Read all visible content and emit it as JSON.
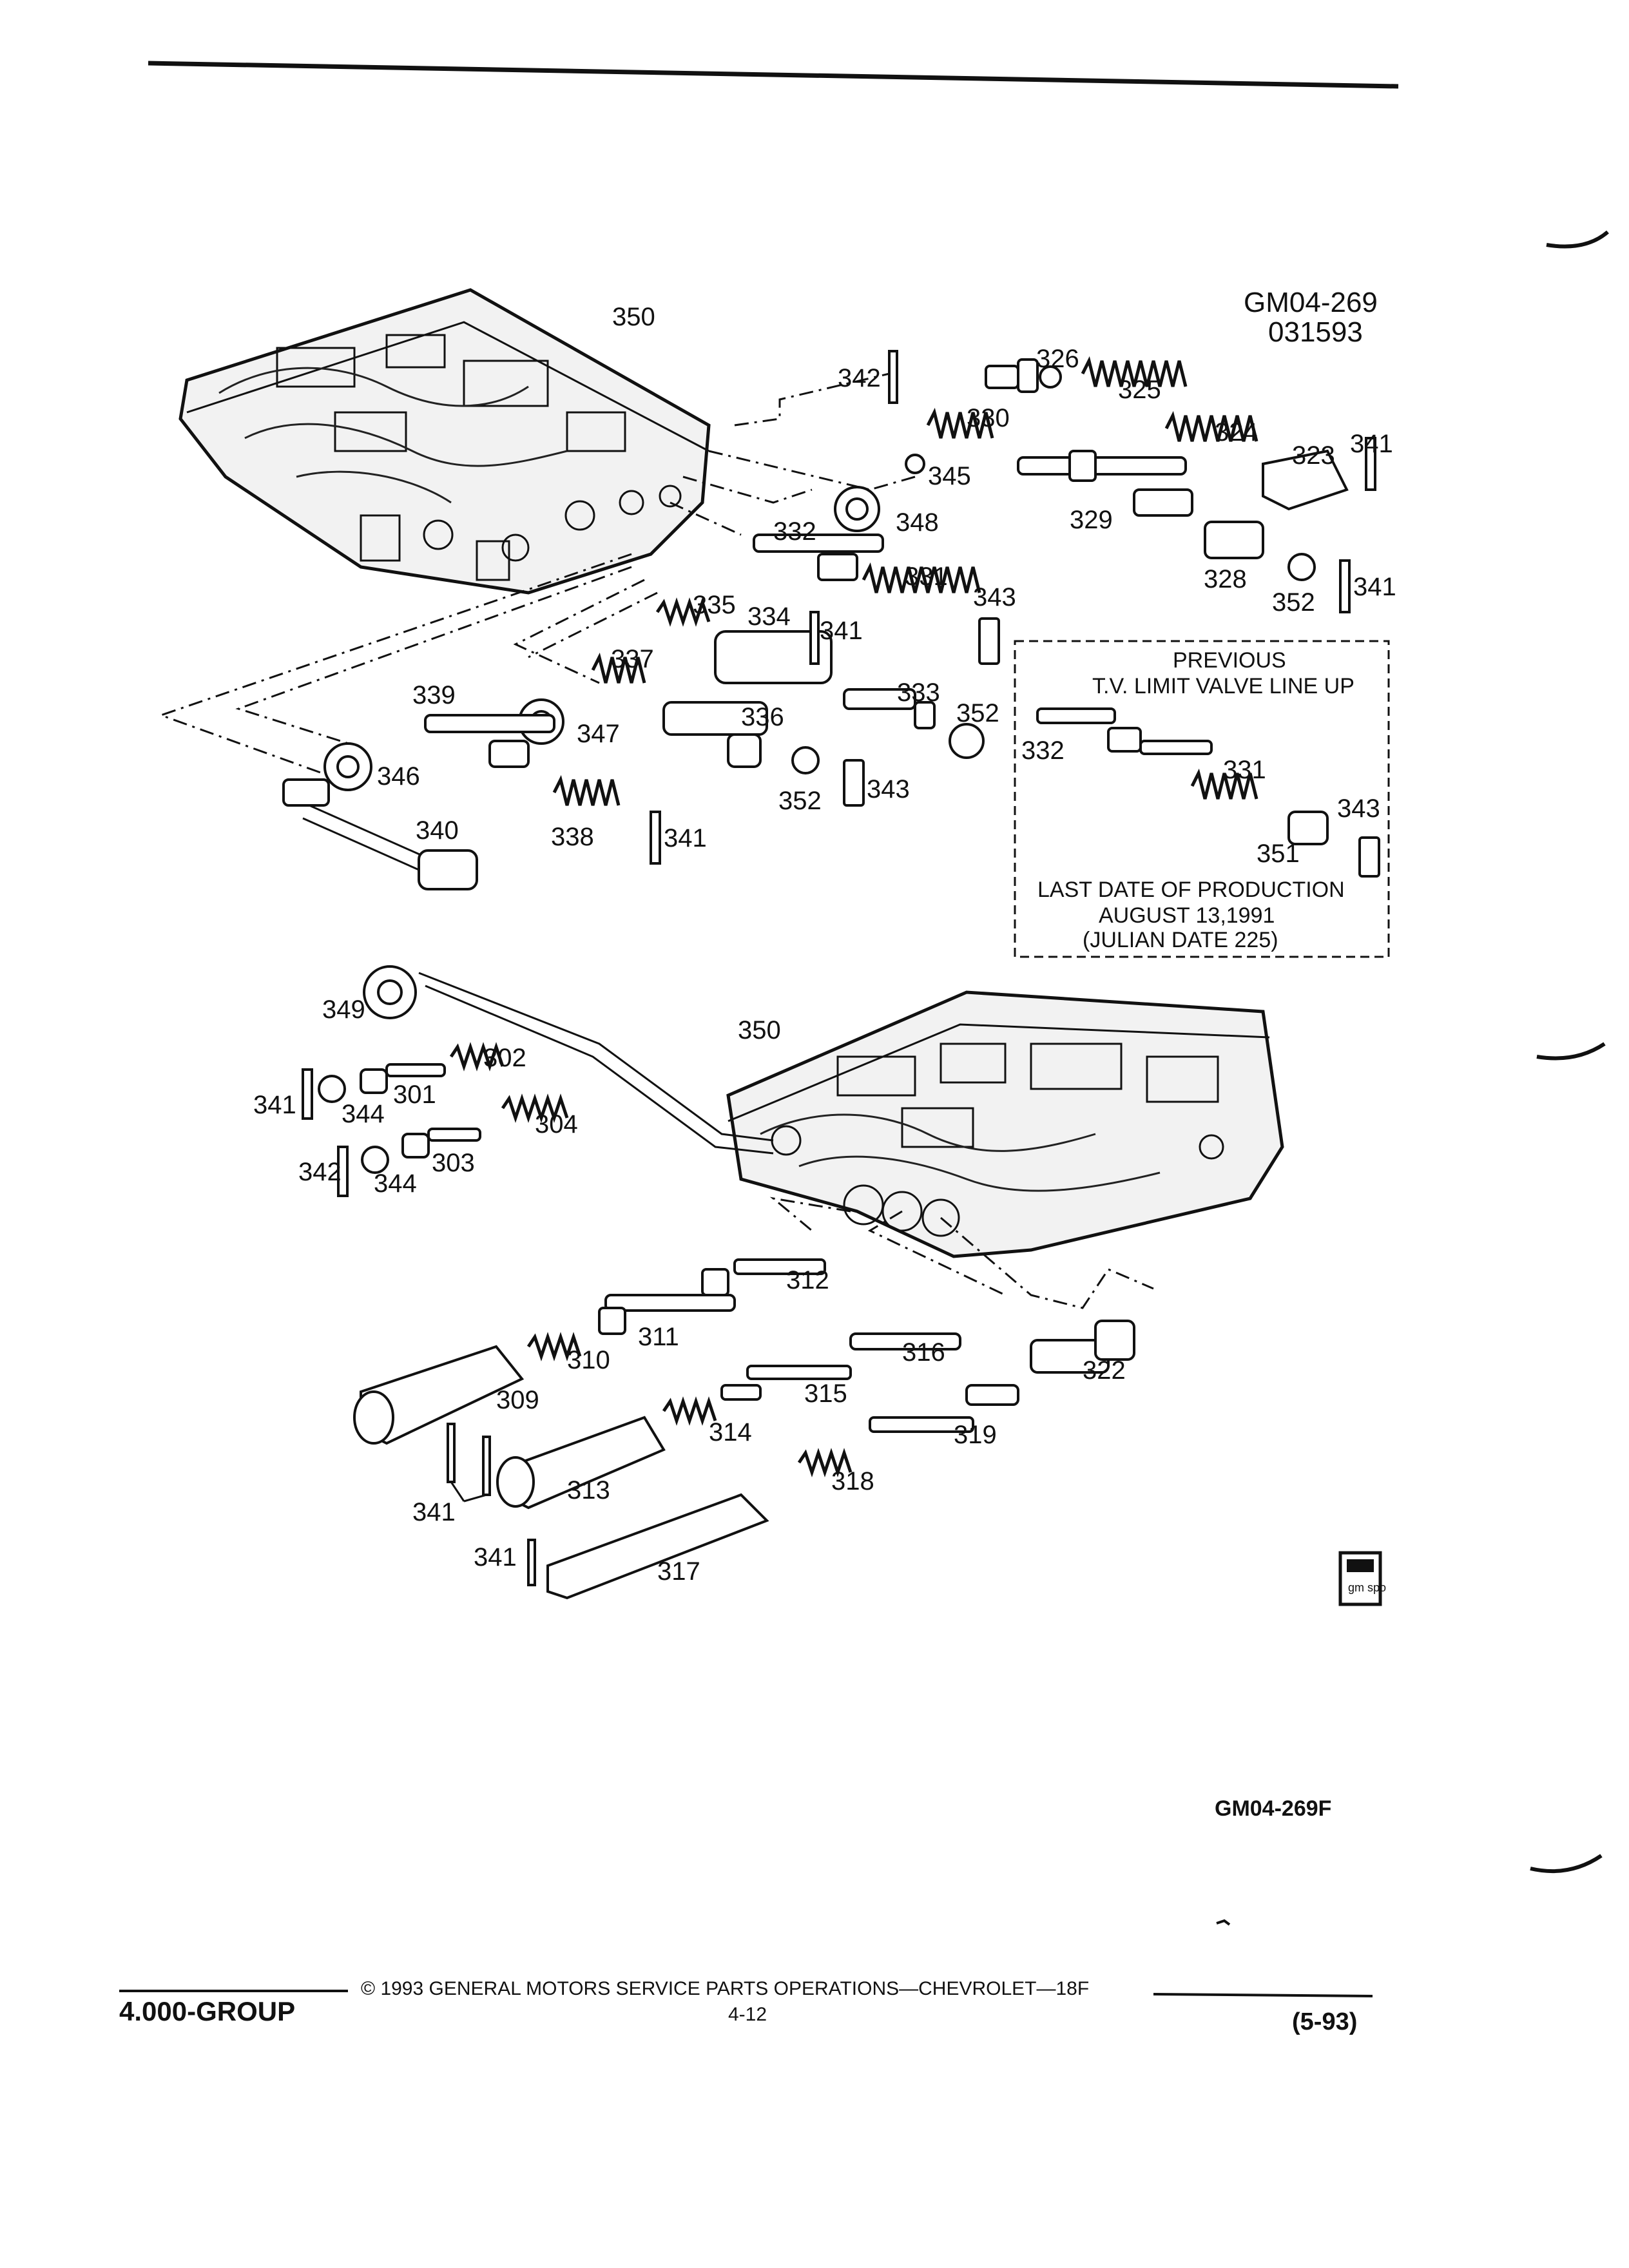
{
  "figure_codes": {
    "top_code": "GM04-269",
    "top_date": "031593",
    "bottom_code": "GM04-269F"
  },
  "callout_box": {
    "title_line1": "PREVIOUS",
    "title_line2": "T.V. LIMIT VALVE LINE UP",
    "note_line1": "LAST DATE OF PRODUCTION",
    "note_line2": "AUGUST 13,1991",
    "note_line3": "(JULIAN DATE 225)",
    "labels": [
      "332",
      "331",
      "343",
      "351"
    ]
  },
  "upper_labels": [
    "350",
    "342",
    "326",
    "325",
    "324",
    "323",
    "341",
    "330",
    "345",
    "348",
    "329",
    "328",
    "352",
    "341",
    "332",
    "331",
    "343",
    "335",
    "334",
    "341",
    "337",
    "333",
    "352",
    "339",
    "336",
    "347",
    "346",
    "352",
    "343",
    "340",
    "338",
    "341"
  ],
  "lower_labels": [
    "349",
    "302",
    "301",
    "341",
    "344",
    "350",
    "304",
    "303",
    "342",
    "344",
    "312",
    "311",
    "316",
    "310",
    "322",
    "309",
    "315",
    "314",
    "319",
    "341",
    "313",
    "318",
    "341",
    "317"
  ],
  "logo": {
    "text": "gm spo"
  },
  "footer": {
    "group": "4.000-GROUP",
    "copyright": "© 1993 GENERAL MOTORS SERVICE PARTS OPERATIONS—CHEVROLET—18F",
    "page": "4-12",
    "date": "(5-93)"
  }
}
